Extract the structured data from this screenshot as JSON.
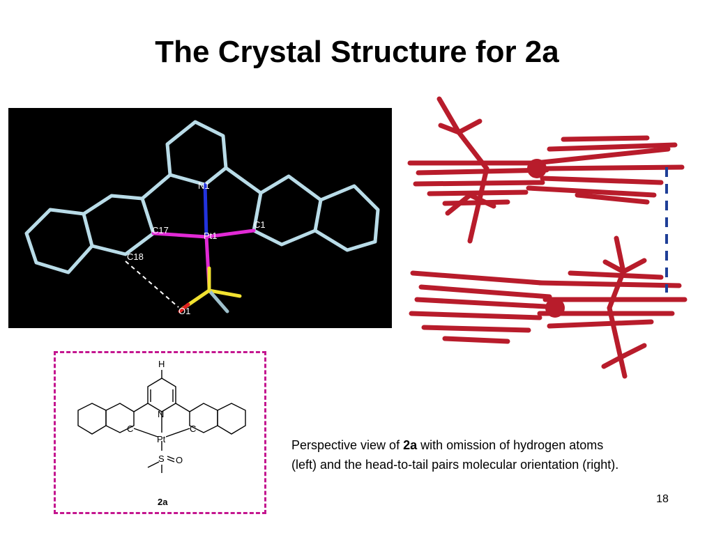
{
  "slide": {
    "title": "The Crystal Structure for 2a",
    "page_number": "18"
  },
  "left_figure": {
    "atom_labels": {
      "n1": "N1",
      "pt1": "Pt1",
      "c17": "C17",
      "c1": "C1",
      "c18": "C18",
      "o1": "O1"
    },
    "colors": {
      "background": "#000000",
      "carbon_bond": "#b9dce8",
      "nitrogen_bond": "#2233dd",
      "platinum_bond": "#e22ad6",
      "sulfur_bond": "#f2e230",
      "oxygen_bond": "#e02020"
    }
  },
  "right_figure": {
    "colors": {
      "molecule": "#b81c2b",
      "separation_line": "#1f3f97"
    }
  },
  "scheme": {
    "atom_labels": {
      "h": "H",
      "n": "N",
      "c_left": "C",
      "c_right": "C",
      "pt": "Pt",
      "s": "S",
      "o": "O"
    },
    "compound_label": "2a",
    "border_color": "#c4168f"
  },
  "caption": {
    "before_bold": "Perspective view of ",
    "bold": "2a",
    "after_bold": " with omission of hydrogen atoms",
    "line2": "(left) and the head-to-tail pairs molecular orientation (right)."
  }
}
